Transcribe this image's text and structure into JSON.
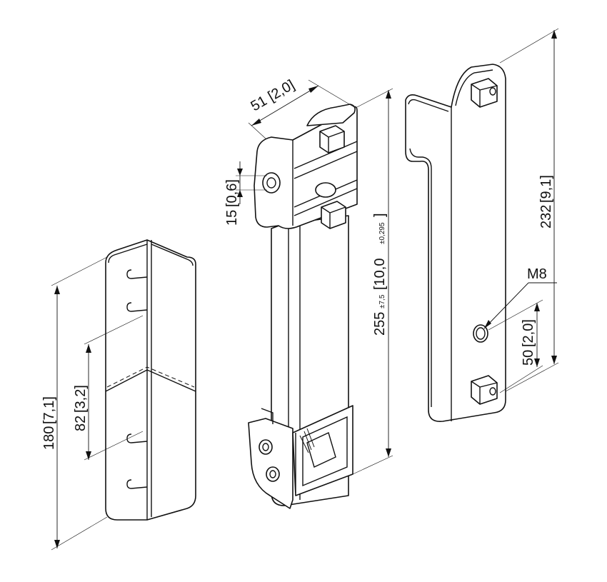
{
  "dimensions": {
    "left_total": "180",
    "left_total_in": "7,1",
    "left_slot": "82",
    "left_slot_in": "3,2",
    "width": "51",
    "width_in": "2,0",
    "small": "15",
    "small_in": "0,6",
    "center_len": "255",
    "center_tol": "±7,5",
    "center_len_in": "10,0",
    "center_tol_in": "±0,295",
    "right_total": "232",
    "right_total_in": "9,1",
    "right_bolt": "50",
    "right_bolt_in": "2,0"
  },
  "labels": {
    "thread": "M8"
  }
}
